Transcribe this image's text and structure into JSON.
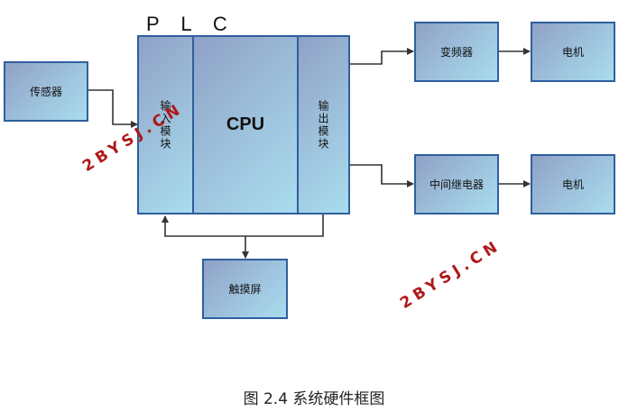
{
  "diagram": {
    "plc_label": "P L C",
    "sensor": "传感器",
    "input_module": "输入模块",
    "cpu": "CPU",
    "output_module": "输出模块",
    "inverter": "变频器",
    "motor_top": "电机",
    "intermediate_relay": "中间继电器",
    "motor_bottom": "电机",
    "touchscreen": "触摸屏"
  },
  "watermarks": [
    "2BYSJ.CN",
    "2BYSJ.CN"
  ],
  "caption": "图 2.4  系统硬件框图"
}
